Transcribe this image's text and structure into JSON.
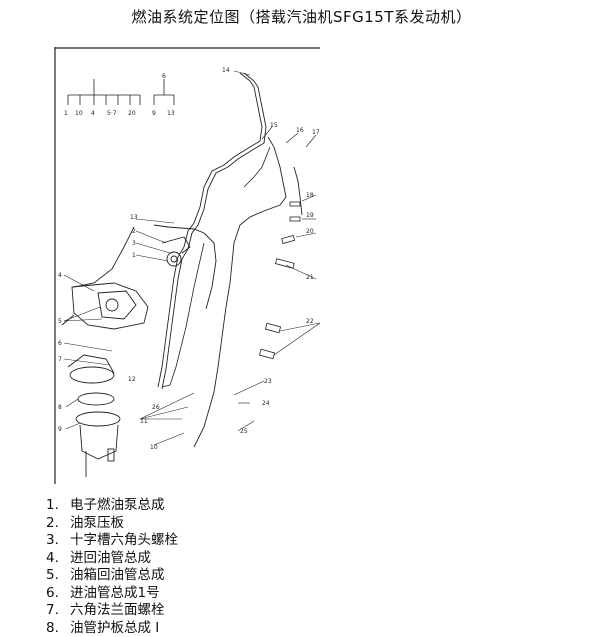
{
  "title": "燃油系统定位图（搭载汽油机SFG15T系发动机）",
  "figure": {
    "callouts": [
      "14",
      "15",
      "16",
      "17",
      "18",
      "19",
      "20",
      "21",
      "22",
      "13",
      "2",
      "3",
      "1",
      "4",
      "5",
      "6",
      "7",
      "8",
      "12",
      "11",
      "10",
      "9",
      "23",
      "24",
      "25",
      "26"
    ],
    "scale_labels": [
      "1",
      "10",
      "4",
      "5·7",
      "20",
      "6",
      "9",
      "13"
    ]
  },
  "legend": [
    {
      "num": "1.",
      "label": "电子燃油泵总成"
    },
    {
      "num": "2.",
      "label": "油泵压板"
    },
    {
      "num": "3.",
      "label": "十字槽六角头螺栓"
    },
    {
      "num": "4.",
      "label": "进回油管总成"
    },
    {
      "num": "5.",
      "label": "油箱回油管总成"
    },
    {
      "num": "6.",
      "label": "进油管总成1号"
    },
    {
      "num": "7.",
      "label": "六角法兰面螺栓"
    },
    {
      "num": "8.",
      "label": "油管护板总成 I"
    }
  ]
}
